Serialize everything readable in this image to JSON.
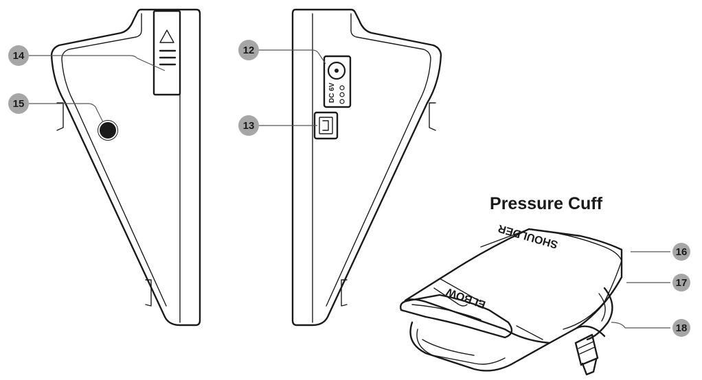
{
  "title": "Pressure Cuff",
  "callouts": {
    "c12": "12",
    "c13": "13",
    "c14": "14",
    "c15": "15",
    "c16": "16",
    "c17": "17",
    "c18": "18"
  },
  "cuff_labels": {
    "shoulder": "SHOULDER",
    "elbow": "ELBOW"
  },
  "port_label": "DC 6V",
  "colors": {
    "line": "#1a1a1a",
    "badge": "#a6a6a6",
    "leader": "#555555",
    "background": "#ffffff"
  }
}
